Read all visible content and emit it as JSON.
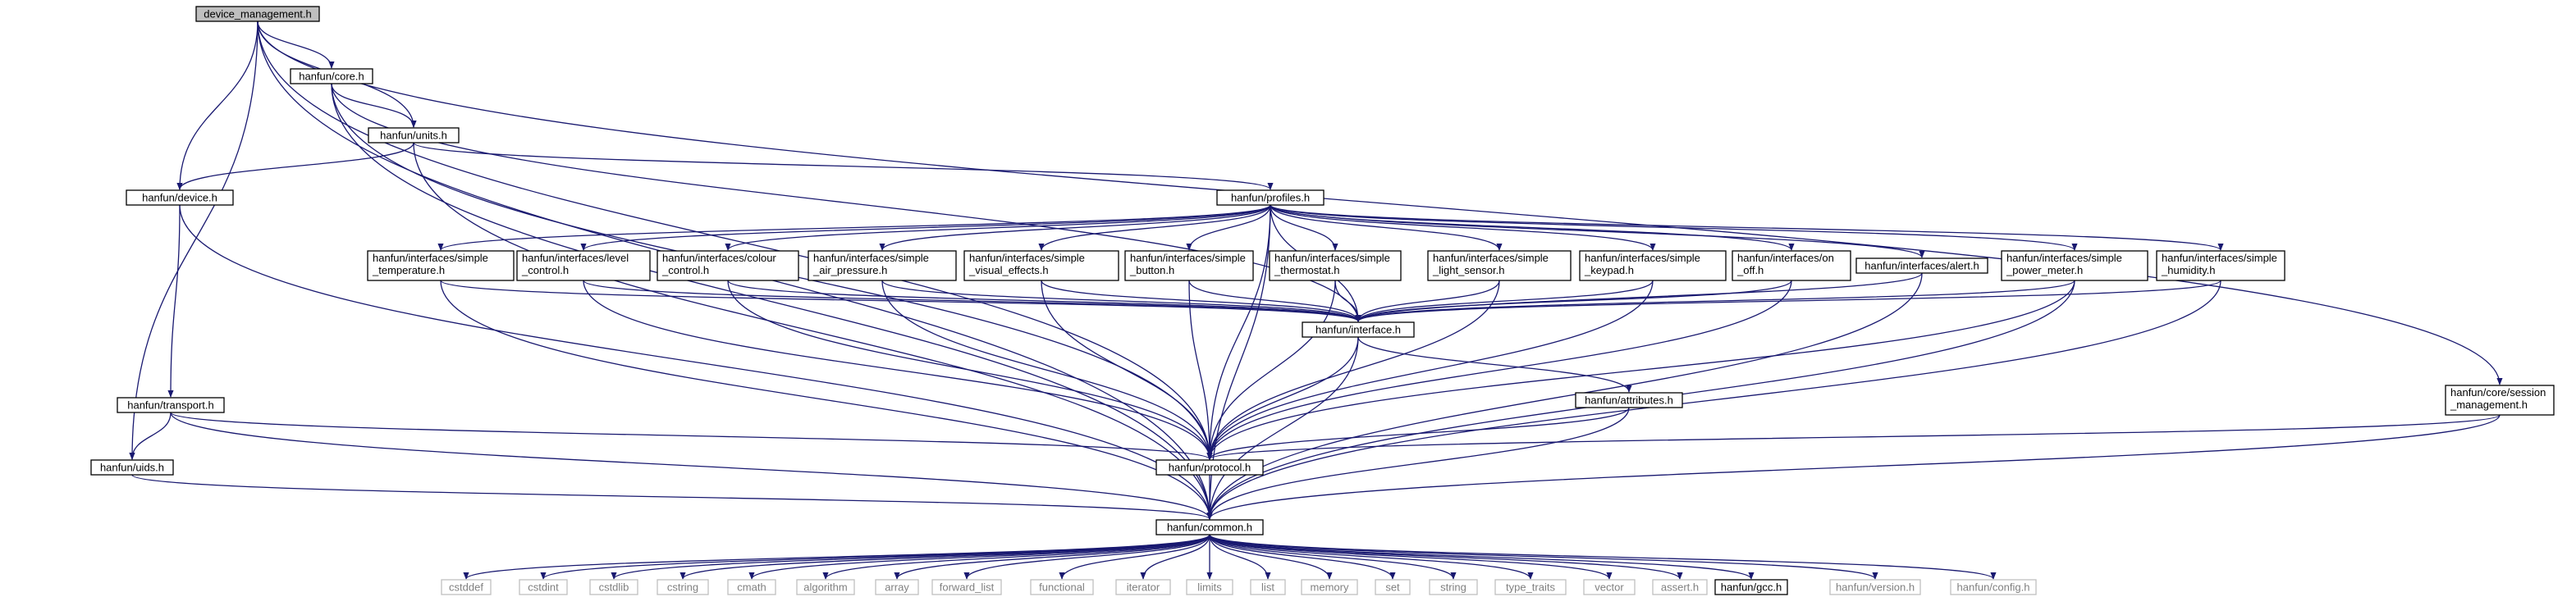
{
  "diagram": {
    "colors": {
      "edge": "#191970",
      "root_fill": "#bfbfbf",
      "node_fill": "#ffffff",
      "node_border": "#000000",
      "system_border": "#bfbfbf",
      "system_text": "#808080"
    },
    "nodes": [
      {
        "id": "device_management",
        "label": [
          "device_management.h"
        ],
        "kind": "root"
      },
      {
        "id": "core",
        "label": [
          "hanfun/core.h"
        ],
        "kind": "header"
      },
      {
        "id": "units",
        "label": [
          "hanfun/units.h"
        ],
        "kind": "header"
      },
      {
        "id": "device",
        "label": [
          "hanfun/device.h"
        ],
        "kind": "header"
      },
      {
        "id": "profiles",
        "label": [
          "hanfun/profiles.h"
        ],
        "kind": "header"
      },
      {
        "id": "simple_temperature",
        "label": [
          "hanfun/interfaces/simple",
          "_temperature.h"
        ],
        "kind": "header"
      },
      {
        "id": "level_control",
        "label": [
          "hanfun/interfaces/level",
          "_control.h"
        ],
        "kind": "header"
      },
      {
        "id": "colour_control",
        "label": [
          "hanfun/interfaces/colour",
          "_control.h"
        ],
        "kind": "header"
      },
      {
        "id": "simple_air_pressure",
        "label": [
          "hanfun/interfaces/simple",
          "_air_pressure.h"
        ],
        "kind": "header"
      },
      {
        "id": "simple_visual_effects",
        "label": [
          "hanfun/interfaces/simple",
          "_visual_effects.h"
        ],
        "kind": "header"
      },
      {
        "id": "simple_button",
        "label": [
          "hanfun/interfaces/simple",
          "_button.h"
        ],
        "kind": "header"
      },
      {
        "id": "simple_thermostat",
        "label": [
          "hanfun/interfaces/simple",
          "_thermostat.h"
        ],
        "kind": "header"
      },
      {
        "id": "simple_light_sensor",
        "label": [
          "hanfun/interfaces/simple",
          "_light_sensor.h"
        ],
        "kind": "header"
      },
      {
        "id": "simple_keypad",
        "label": [
          "hanfun/interfaces/simple",
          "_keypad.h"
        ],
        "kind": "header"
      },
      {
        "id": "on_off",
        "label": [
          "hanfun/interfaces/on",
          "_off.h"
        ],
        "kind": "header"
      },
      {
        "id": "alert",
        "label": [
          "hanfun/interfaces/alert.h"
        ],
        "kind": "header"
      },
      {
        "id": "simple_power_meter",
        "label": [
          "hanfun/interfaces/simple",
          "_power_meter.h"
        ],
        "kind": "header"
      },
      {
        "id": "simple_humidity",
        "label": [
          "hanfun/interfaces/simple",
          "_humidity.h"
        ],
        "kind": "header"
      },
      {
        "id": "interface",
        "label": [
          "hanfun/interface.h"
        ],
        "kind": "header"
      },
      {
        "id": "attributes",
        "label": [
          "hanfun/attributes.h"
        ],
        "kind": "header"
      },
      {
        "id": "transport",
        "label": [
          "hanfun/transport.h"
        ],
        "kind": "header"
      },
      {
        "id": "uids",
        "label": [
          "hanfun/uids.h"
        ],
        "kind": "header"
      },
      {
        "id": "protocol",
        "label": [
          "hanfun/protocol.h"
        ],
        "kind": "header"
      },
      {
        "id": "session_management",
        "label": [
          "hanfun/core/session",
          "_management.h"
        ],
        "kind": "header"
      },
      {
        "id": "common",
        "label": [
          "hanfun/common.h"
        ],
        "kind": "header"
      },
      {
        "id": "cstddef",
        "label": [
          "cstddef"
        ],
        "kind": "system"
      },
      {
        "id": "cstdint",
        "label": [
          "cstdint"
        ],
        "kind": "system"
      },
      {
        "id": "cstdlib",
        "label": [
          "cstdlib"
        ],
        "kind": "system"
      },
      {
        "id": "cstring",
        "label": [
          "cstring"
        ],
        "kind": "system"
      },
      {
        "id": "cmath",
        "label": [
          "cmath"
        ],
        "kind": "system"
      },
      {
        "id": "algorithm",
        "label": [
          "algorithm"
        ],
        "kind": "system"
      },
      {
        "id": "array",
        "label": [
          "array"
        ],
        "kind": "system"
      },
      {
        "id": "forward_list",
        "label": [
          "forward_list"
        ],
        "kind": "system"
      },
      {
        "id": "functional",
        "label": [
          "functional"
        ],
        "kind": "system"
      },
      {
        "id": "iterator",
        "label": [
          "iterator"
        ],
        "kind": "system"
      },
      {
        "id": "limits",
        "label": [
          "limits"
        ],
        "kind": "system"
      },
      {
        "id": "list",
        "label": [
          "list"
        ],
        "kind": "system"
      },
      {
        "id": "memory",
        "label": [
          "memory"
        ],
        "kind": "system"
      },
      {
        "id": "set",
        "label": [
          "set"
        ],
        "kind": "system"
      },
      {
        "id": "string",
        "label": [
          "string"
        ],
        "kind": "system"
      },
      {
        "id": "type_traits",
        "label": [
          "type_traits"
        ],
        "kind": "system"
      },
      {
        "id": "vector",
        "label": [
          "vector"
        ],
        "kind": "system"
      },
      {
        "id": "assert",
        "label": [
          "assert.h"
        ],
        "kind": "system"
      },
      {
        "id": "gcc",
        "label": [
          "hanfun/gcc.h"
        ],
        "kind": "header"
      },
      {
        "id": "version",
        "label": [
          "hanfun/version.h"
        ],
        "kind": "system"
      },
      {
        "id": "config",
        "label": [
          "hanfun/config.h"
        ],
        "kind": "system"
      }
    ],
    "edges": [
      [
        "device_management",
        "core"
      ],
      [
        "device_management",
        "units"
      ],
      [
        "device_management",
        "device"
      ],
      [
        "device_management",
        "protocol"
      ],
      [
        "device_management",
        "uids"
      ],
      [
        "device_management",
        "common"
      ],
      [
        "device_management",
        "session_management"
      ],
      [
        "core",
        "units"
      ],
      [
        "core",
        "protocol"
      ],
      [
        "core",
        "common"
      ],
      [
        "core",
        "interface"
      ],
      [
        "units",
        "device"
      ],
      [
        "units",
        "profiles"
      ],
      [
        "units",
        "common"
      ],
      [
        "device",
        "transport"
      ],
      [
        "device",
        "common"
      ],
      [
        "profiles",
        "simple_temperature"
      ],
      [
        "profiles",
        "level_control"
      ],
      [
        "profiles",
        "colour_control"
      ],
      [
        "profiles",
        "simple_air_pressure"
      ],
      [
        "profiles",
        "simple_visual_effects"
      ],
      [
        "profiles",
        "simple_button"
      ],
      [
        "profiles",
        "simple_thermostat"
      ],
      [
        "profiles",
        "simple_light_sensor"
      ],
      [
        "profiles",
        "simple_keypad"
      ],
      [
        "profiles",
        "on_off"
      ],
      [
        "profiles",
        "alert"
      ],
      [
        "profiles",
        "simple_power_meter"
      ],
      [
        "profiles",
        "simple_humidity"
      ],
      [
        "profiles",
        "interface"
      ],
      [
        "profiles",
        "protocol"
      ],
      [
        "profiles",
        "common"
      ],
      [
        "simple_temperature",
        "interface"
      ],
      [
        "simple_temperature",
        "common"
      ],
      [
        "level_control",
        "interface"
      ],
      [
        "level_control",
        "protocol"
      ],
      [
        "colour_control",
        "interface"
      ],
      [
        "colour_control",
        "protocol"
      ],
      [
        "simple_air_pressure",
        "interface"
      ],
      [
        "simple_air_pressure",
        "protocol"
      ],
      [
        "simple_visual_effects",
        "interface"
      ],
      [
        "simple_visual_effects",
        "protocol"
      ],
      [
        "simple_button",
        "interface"
      ],
      [
        "simple_button",
        "protocol"
      ],
      [
        "simple_thermostat",
        "interface"
      ],
      [
        "simple_thermostat",
        "protocol"
      ],
      [
        "simple_light_sensor",
        "interface"
      ],
      [
        "simple_light_sensor",
        "protocol"
      ],
      [
        "simple_keypad",
        "interface"
      ],
      [
        "simple_keypad",
        "protocol"
      ],
      [
        "on_off",
        "interface"
      ],
      [
        "on_off",
        "protocol"
      ],
      [
        "alert",
        "interface"
      ],
      [
        "alert",
        "common"
      ],
      [
        "simple_power_meter",
        "interface"
      ],
      [
        "simple_power_meter",
        "protocol"
      ],
      [
        "simple_power_meter",
        "common"
      ],
      [
        "simple_humidity",
        "interface"
      ],
      [
        "simple_humidity",
        "common"
      ],
      [
        "interface",
        "protocol"
      ],
      [
        "interface",
        "attributes"
      ],
      [
        "interface",
        "common"
      ],
      [
        "attributes",
        "protocol"
      ],
      [
        "attributes",
        "common"
      ],
      [
        "transport",
        "uids"
      ],
      [
        "transport",
        "protocol"
      ],
      [
        "transport",
        "common"
      ],
      [
        "uids",
        "common"
      ],
      [
        "protocol",
        "common"
      ],
      [
        "session_management",
        "protocol"
      ],
      [
        "session_management",
        "common"
      ],
      [
        "common",
        "cstddef"
      ],
      [
        "common",
        "cstdint"
      ],
      [
        "common",
        "cstdlib"
      ],
      [
        "common",
        "cstring"
      ],
      [
        "common",
        "cmath"
      ],
      [
        "common",
        "algorithm"
      ],
      [
        "common",
        "array"
      ],
      [
        "common",
        "forward_list"
      ],
      [
        "common",
        "functional"
      ],
      [
        "common",
        "iterator"
      ],
      [
        "common",
        "limits"
      ],
      [
        "common",
        "list"
      ],
      [
        "common",
        "memory"
      ],
      [
        "common",
        "set"
      ],
      [
        "common",
        "string"
      ],
      [
        "common",
        "type_traits"
      ],
      [
        "common",
        "vector"
      ],
      [
        "common",
        "assert"
      ],
      [
        "common",
        "gcc"
      ],
      [
        "common",
        "version"
      ],
      [
        "common",
        "config"
      ]
    ]
  }
}
